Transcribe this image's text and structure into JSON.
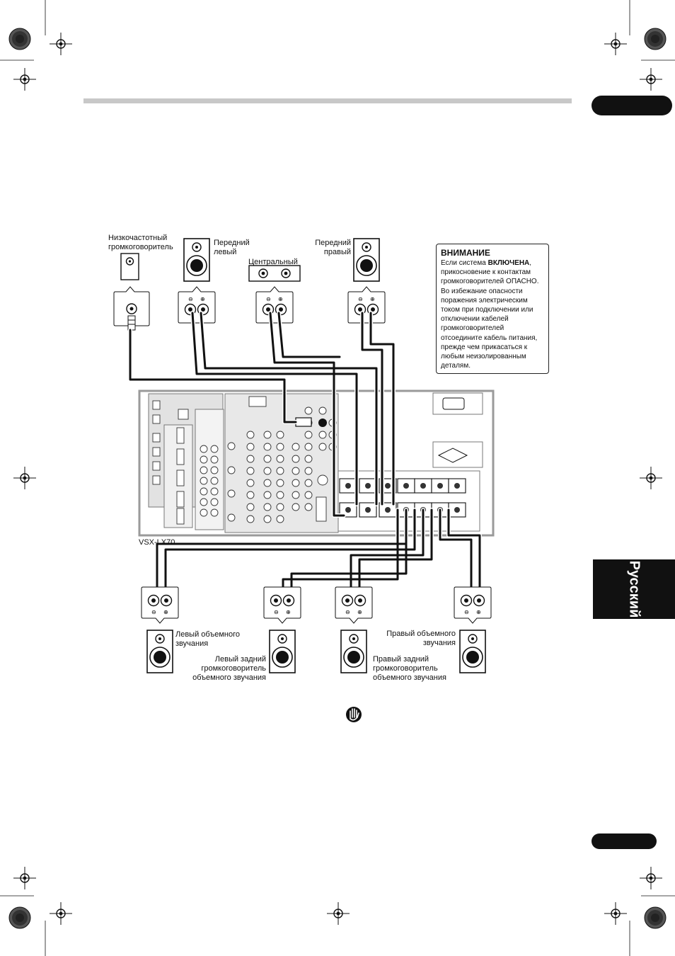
{
  "labels": {
    "subwoofer": "Низкочастотный громкоговоритель",
    "front_left": "Передний левый",
    "center": "Центральный",
    "front_right": "Передний правый",
    "model": "VSX-LX70",
    "surround_left": "Левый объемного звучания",
    "surround_back_left": "Левый задний громкоговоритель объемного звучания",
    "surround_right": "Правый объемного звучания",
    "surround_back_right": "Правый задний громкоговоритель объемного звучания"
  },
  "warning": {
    "title": "ВНИМАНИЕ",
    "pre": "Если система ",
    "bold": "ВКЛЮЧЕНА",
    "post": ", прикосновение к контактам громкоговорителей ОПАСНО. Во избежание опасности поражения электрическим током при подключении или отключении кабелей громкоговорителей отсоедините кабель питания, прежде чем прикасаться к любым неизолированным деталям."
  },
  "language_tab": "Русский",
  "icons": {
    "caution": "hand-stop-icon",
    "registration": "crosshair-registration-icon",
    "target": "starburst-target-icon"
  },
  "colors": {
    "rule": "#c8c8c8",
    "ink": "#111111",
    "panel": "#9a9a9a"
  }
}
